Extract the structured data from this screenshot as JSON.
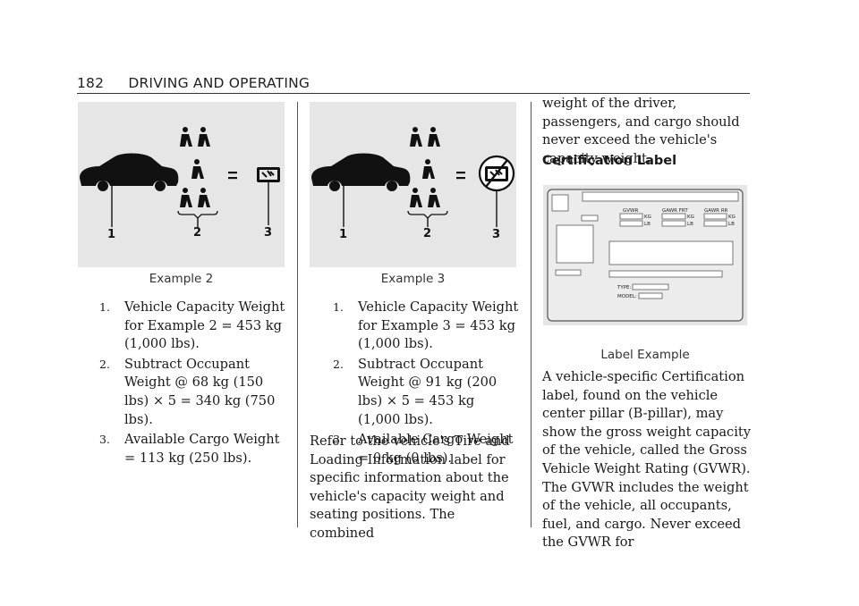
{
  "header": {
    "page_number": "182",
    "section_title": "DRIVING AND OPERATING"
  },
  "figures": {
    "example2": {
      "caption": "Example 2",
      "callouts": [
        "1",
        "2",
        "3"
      ],
      "items": [
        "Vehicle Capacity Weight for Example 2 = 453 kg (1,000 lbs).",
        "Subtract Occupant Weight @ 68 kg (150 lbs) × 5 = 340 kg (750 lbs).",
        "Available Cargo Weight = 113 kg (250 lbs)."
      ]
    },
    "example3": {
      "caption": "Example 3",
      "callouts": [
        "1",
        "2",
        "3"
      ],
      "items": [
        "Vehicle Capacity Weight for Example 3 = 453 kg (1,000 lbs).",
        "Subtract Occupant Weight @ 91 kg (200 lbs) × 5 = 453 kg (1,000 lbs).",
        "Available Cargo Weight = 0 kg (0 lbs)."
      ]
    },
    "label_example": {
      "caption": "Label Example",
      "fields": {
        "gvwr": "GVWR",
        "gawr_frt": "GAWR FRT",
        "gawr_rr": "GAWR RR",
        "kg": "KG",
        "lb": "LB",
        "type": "TYPE:",
        "model": "MODEL:"
      }
    }
  },
  "item_numbers": [
    "1.",
    "2.",
    "3."
  ],
  "middle_paragraph": "Refer to the vehicle's Tire and Loading Information label for specific information about the vehicle's capacity weight and seating positions. The combined",
  "right_top_paragraph": "weight of the driver, passengers, and cargo should never exceed the vehicle's capacity weight.",
  "certification": {
    "heading": "Certification Label",
    "paragraph": "A vehicle-specific Certification label, found on the vehicle center pillar (B-pillar), may show the gross weight capacity of the vehicle, called the Gross Vehicle Weight Rating (GVWR). The GVWR includes the weight of the vehicle, all occupants, fuel, and cargo. Never exceed the GVWR for"
  }
}
